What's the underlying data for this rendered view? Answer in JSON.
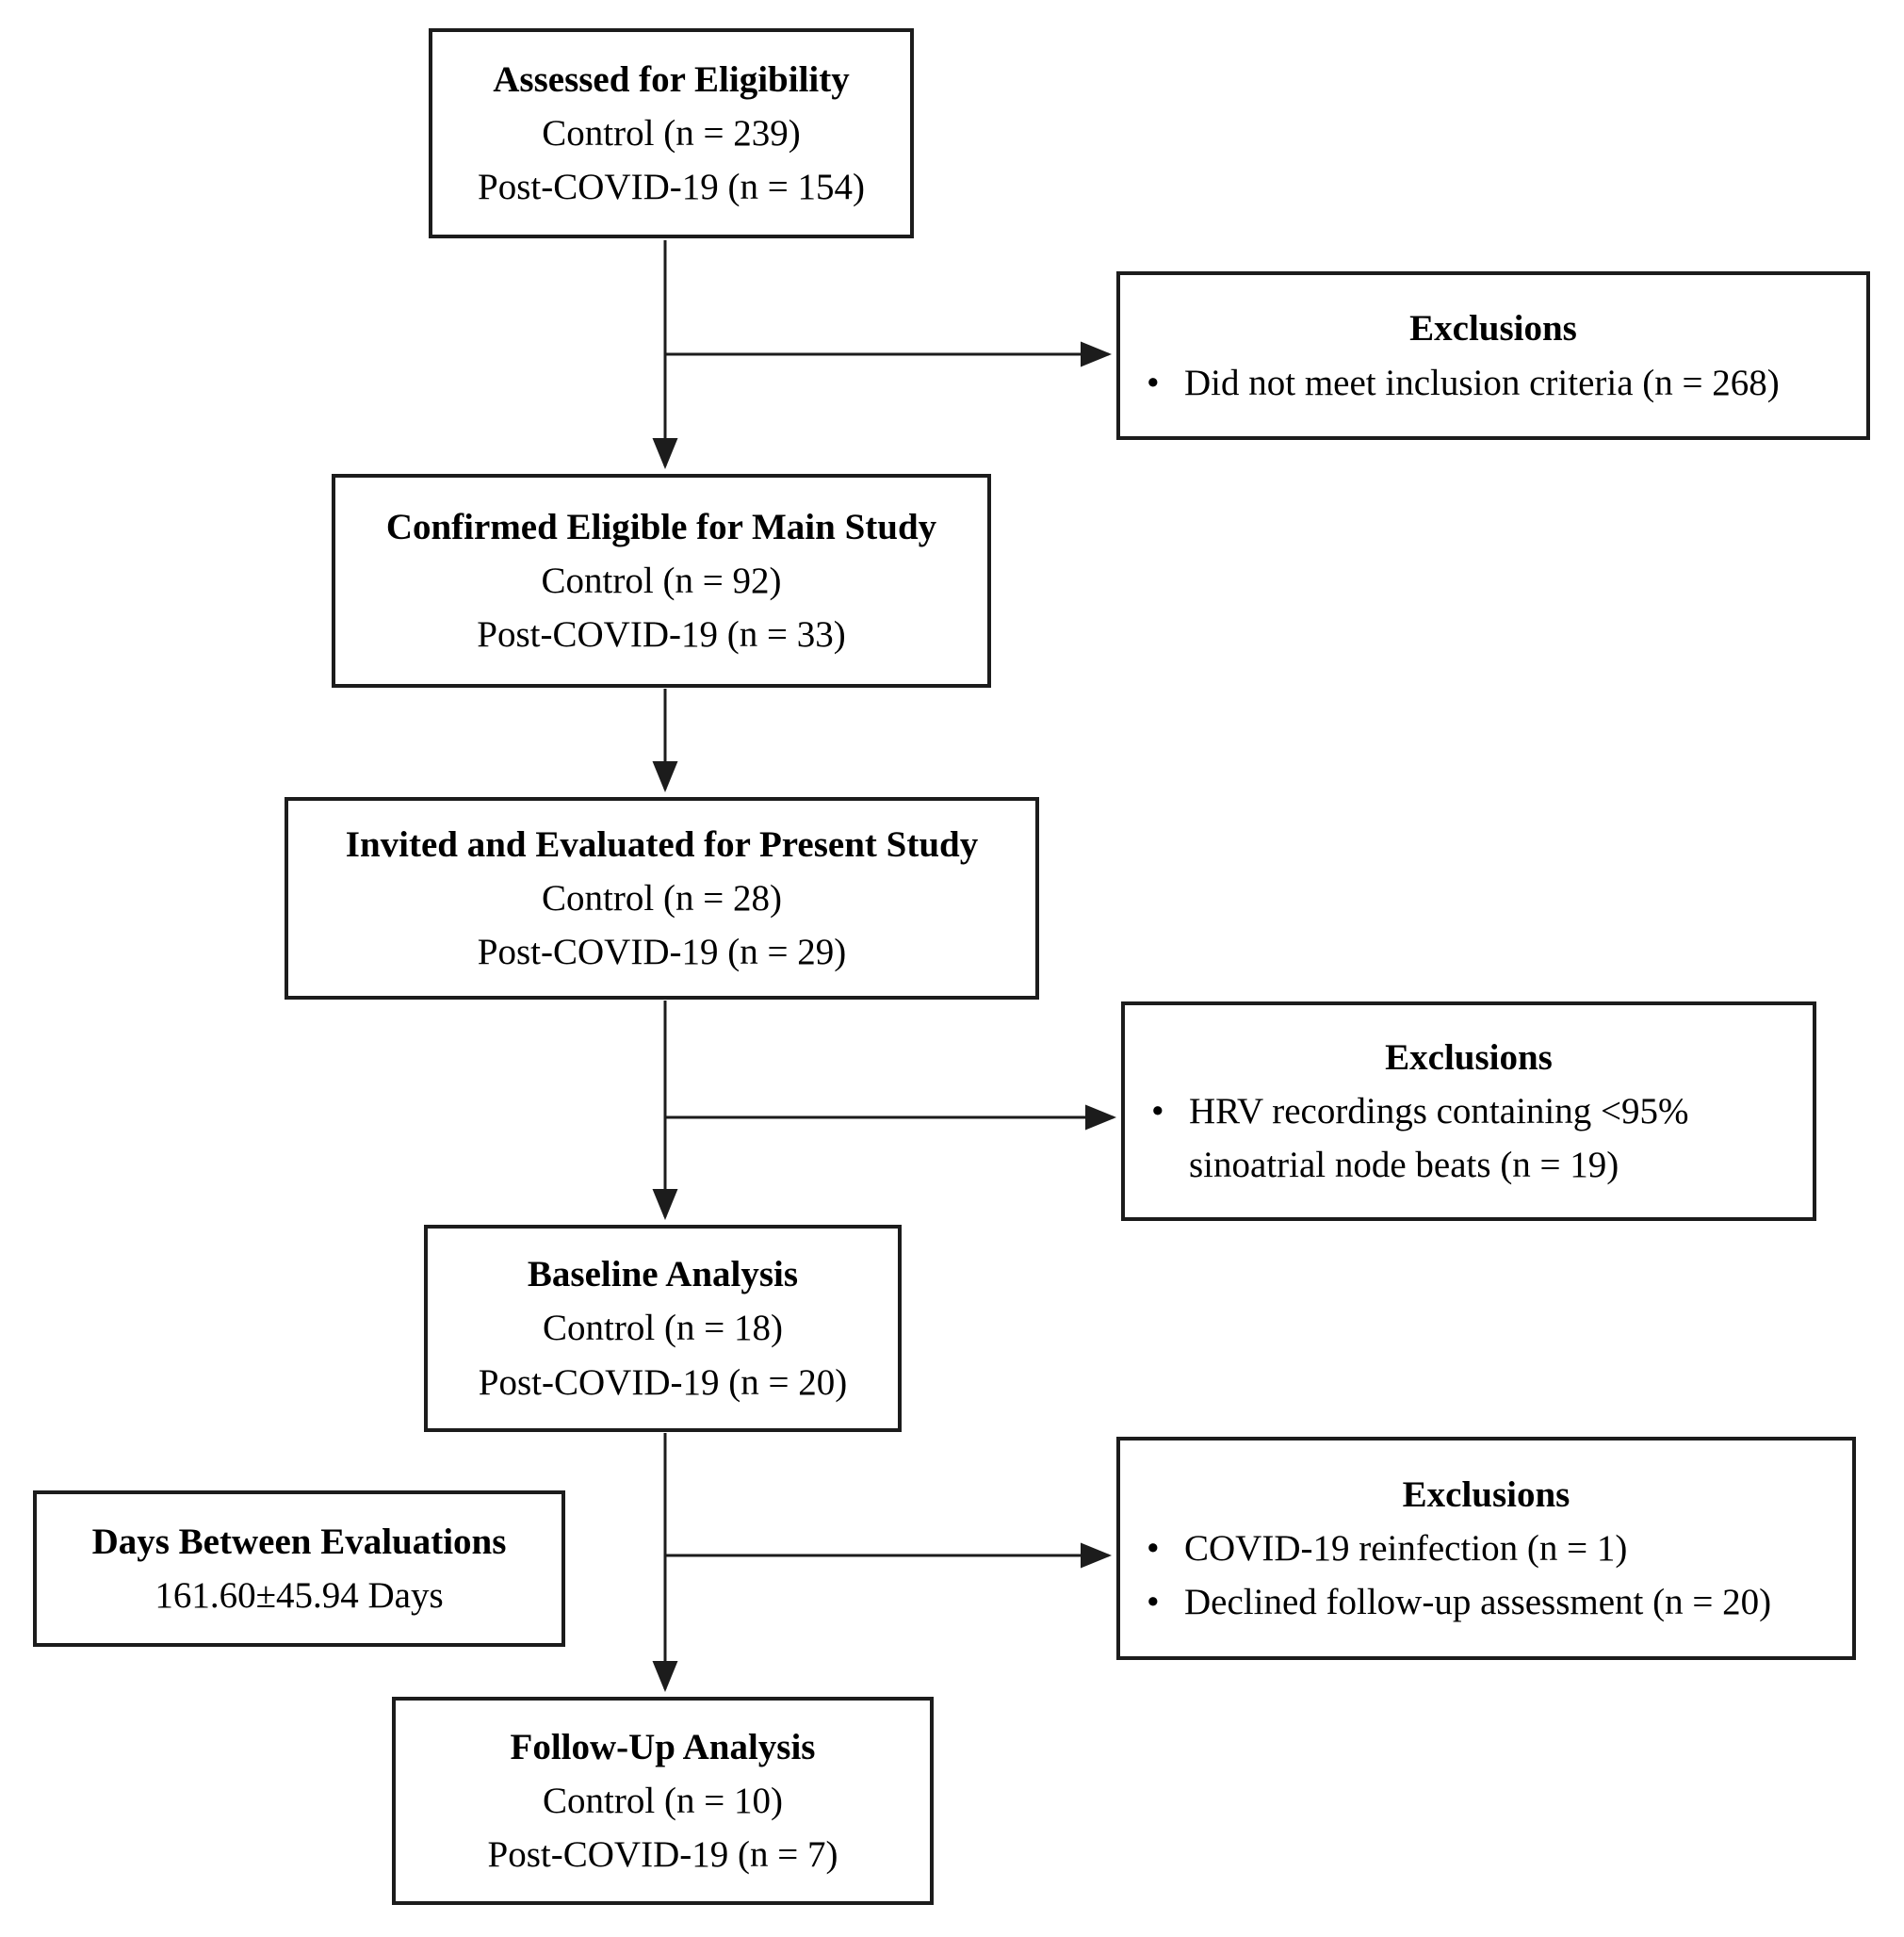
{
  "bullet_char": "•",
  "colors": {
    "box_border": "#1c1c1c",
    "arrow_line": "#1c1c1c",
    "background": "#ffffff",
    "text": "#000000"
  },
  "boxes": {
    "assessed": {
      "title": "Assessed for Eligibility",
      "lines": [
        "Control (n = 239)",
        "Post-COVID-19 (n = 154)"
      ]
    },
    "exclusions1": {
      "title": "Exclusions",
      "bullets": [
        "Did not meet inclusion criteria (n = 268)"
      ]
    },
    "confirmed": {
      "title": "Confirmed Eligible for Main Study",
      "lines": [
        "Control (n = 92)",
        "Post-COVID-19 (n = 33)"
      ]
    },
    "invited": {
      "title": "Invited and Evaluated for Present Study",
      "lines": [
        "Control (n = 28)",
        "Post-COVID-19 (n = 29)"
      ]
    },
    "exclusions2": {
      "title": "Exclusions",
      "bullets": [
        "HRV recordings containing <95% sinoatrial node beats (n = 19)"
      ]
    },
    "baseline": {
      "title": "Baseline Analysis",
      "lines": [
        "Control (n = 18)",
        "Post-COVID-19 (n = 20)"
      ]
    },
    "exclusions3": {
      "title": "Exclusions",
      "bullets": [
        "COVID-19 reinfection (n = 1)",
        "Declined follow-up assessment (n = 20)"
      ]
    },
    "days": {
      "title": "Days Between Evaluations",
      "lines": [
        "161.60±45.94 Days"
      ]
    },
    "followup": {
      "title": "Follow-Up Analysis",
      "lines": [
        "Control (n = 10)",
        "Post-COVID-19 (n = 7)"
      ]
    }
  }
}
